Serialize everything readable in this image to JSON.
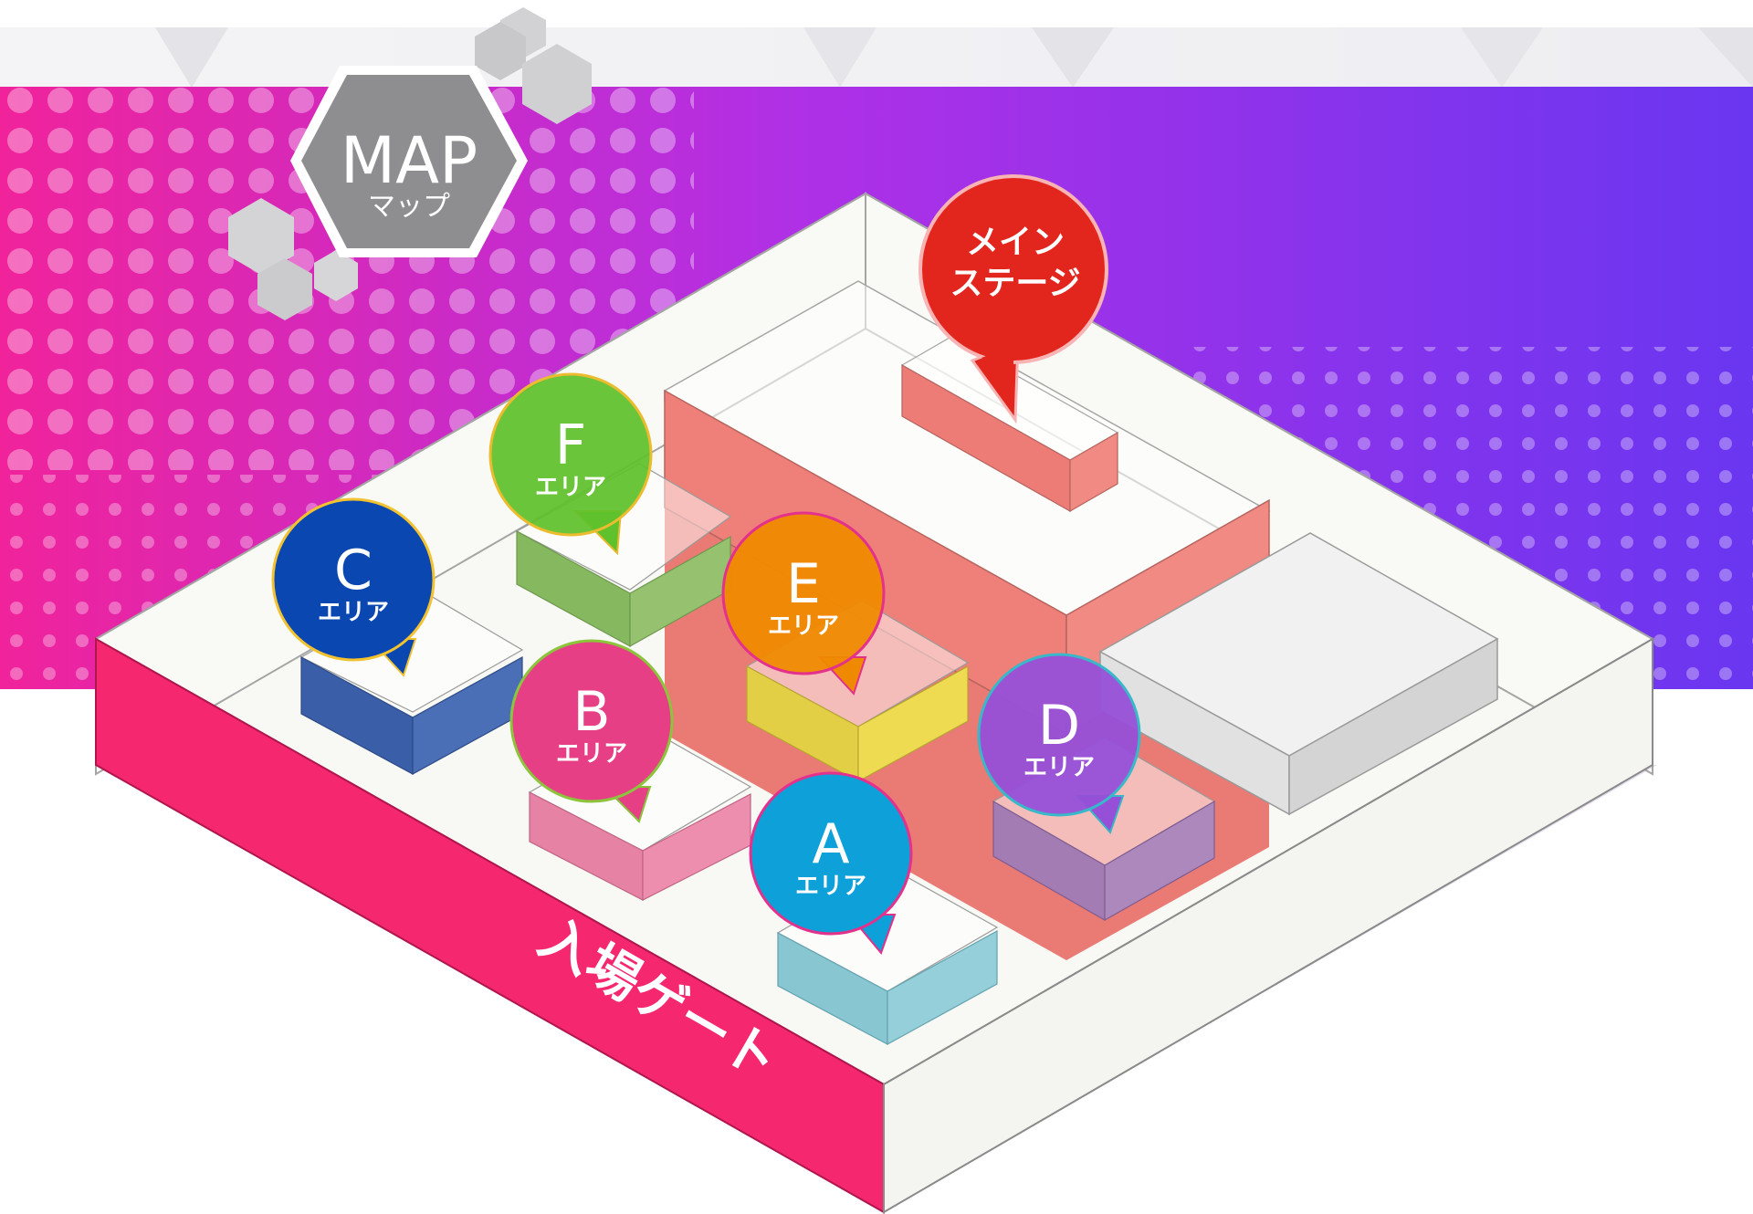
{
  "header": {
    "title": "MAP",
    "subtitle": "マップ"
  },
  "map": {
    "main_stage": {
      "label_line1": "メイン",
      "label_line2": "ステージ"
    },
    "entrance": {
      "label": "入場ゲート"
    },
    "areas": [
      {
        "letter": "F",
        "label": "エリア",
        "color": "#5fc12b"
      },
      {
        "letter": "C",
        "label": "エリア",
        "color": "#0a47b0"
      },
      {
        "letter": "E",
        "label": "エリア",
        "color": "#ef8a00"
      },
      {
        "letter": "B",
        "label": "エリア",
        "color": "#e63f86"
      },
      {
        "letter": "D",
        "label": "エリア",
        "color": "#9650d8"
      },
      {
        "letter": "A",
        "label": "エリア",
        "color": "#0ea0d8"
      }
    ]
  },
  "colors": {
    "banner_start": "#f0239b",
    "banner_end": "#6a36f0",
    "entrance_gate": "#f4276f",
    "main_stage": "#e2261e"
  }
}
